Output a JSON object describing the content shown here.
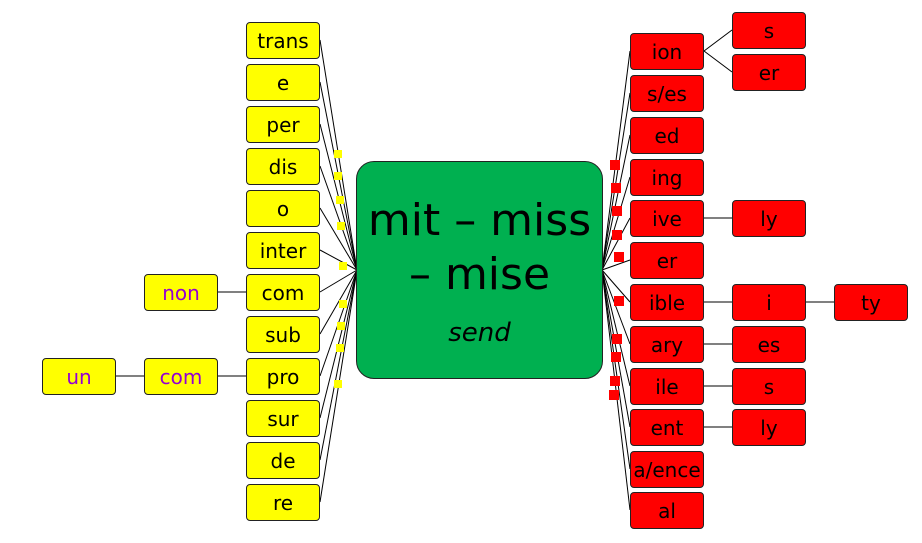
{
  "colors": {
    "center": "#00b050",
    "prefix": "#ffff00",
    "suffix": "#ff0000",
    "outer_text": "#9400d3"
  },
  "root": {
    "title": "mit – miss – mise",
    "meaning": "send"
  },
  "prefixes": [
    "trans",
    "e",
    "per",
    "dis",
    "o",
    "inter",
    "com",
    "sub",
    "pro",
    "sur",
    "de",
    "re"
  ],
  "outer_prefixes": {
    "com_link": "non",
    "pro_link_1": "com",
    "pro_link_2": "un"
  },
  "suffixes": [
    "ion",
    "s/es",
    "ed",
    "ing",
    "ive",
    "er",
    "ible",
    "ary",
    "ile",
    "ent",
    "a/ence",
    "al"
  ],
  "sub_suffixes": {
    "ion_1": "s",
    "ion_2": "er",
    "ive_1": "ly",
    "ible_1": "i",
    "ible_2": "ty",
    "ary_1": "es",
    "ile_1": "s",
    "ent_1": "ly"
  }
}
